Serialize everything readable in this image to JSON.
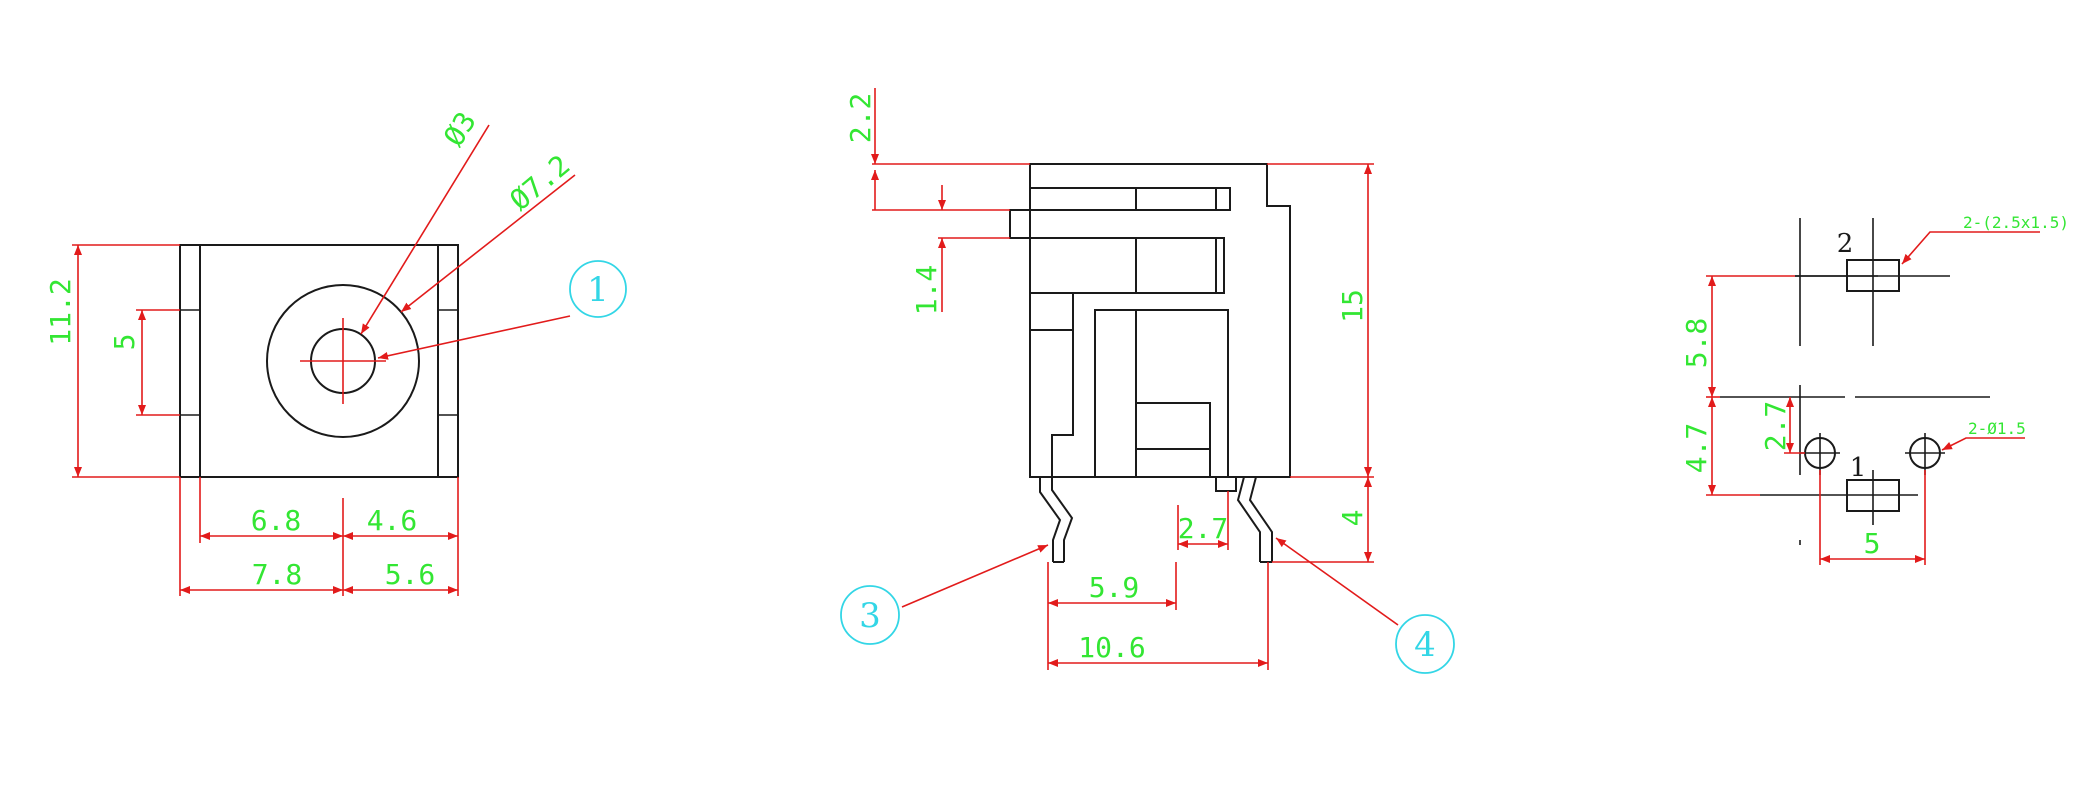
{
  "front_view": {
    "height_dim": "11.2",
    "inner_height_dim": "5",
    "hole_diameter": "Ø3",
    "outer_diameter": "Ø7.2",
    "dim_left_inner": "6.8",
    "dim_right_inner": "4.6",
    "dim_left_outer": "7.8",
    "dim_right_outer": "5.6",
    "callout": "1"
  },
  "side_view": {
    "dim_top": "2.2",
    "dim_mid": "1.4",
    "dim_height": "15",
    "dim_pin": "4",
    "dim_pin_gap": "2.7",
    "dim_pin_span_inner": "5.9",
    "dim_pin_span": "10.6",
    "callout_left": "3",
    "callout_right": "4"
  },
  "footprint": {
    "pad_top_label": "2",
    "pad_bottom_label": "1",
    "pad_spec": "2-(2.5x1.5)",
    "hole_spec": "2-Ø1.5",
    "dim_upper": "5.8",
    "dim_lower": "4.7",
    "dim_hole_offset": "2.7",
    "dim_hole_span": "5"
  },
  "colors": {
    "outline": "#1a1a1a",
    "dimension_line": "#e21b1b",
    "dimension_text": "#33e633",
    "callout": "#33d6e6"
  }
}
